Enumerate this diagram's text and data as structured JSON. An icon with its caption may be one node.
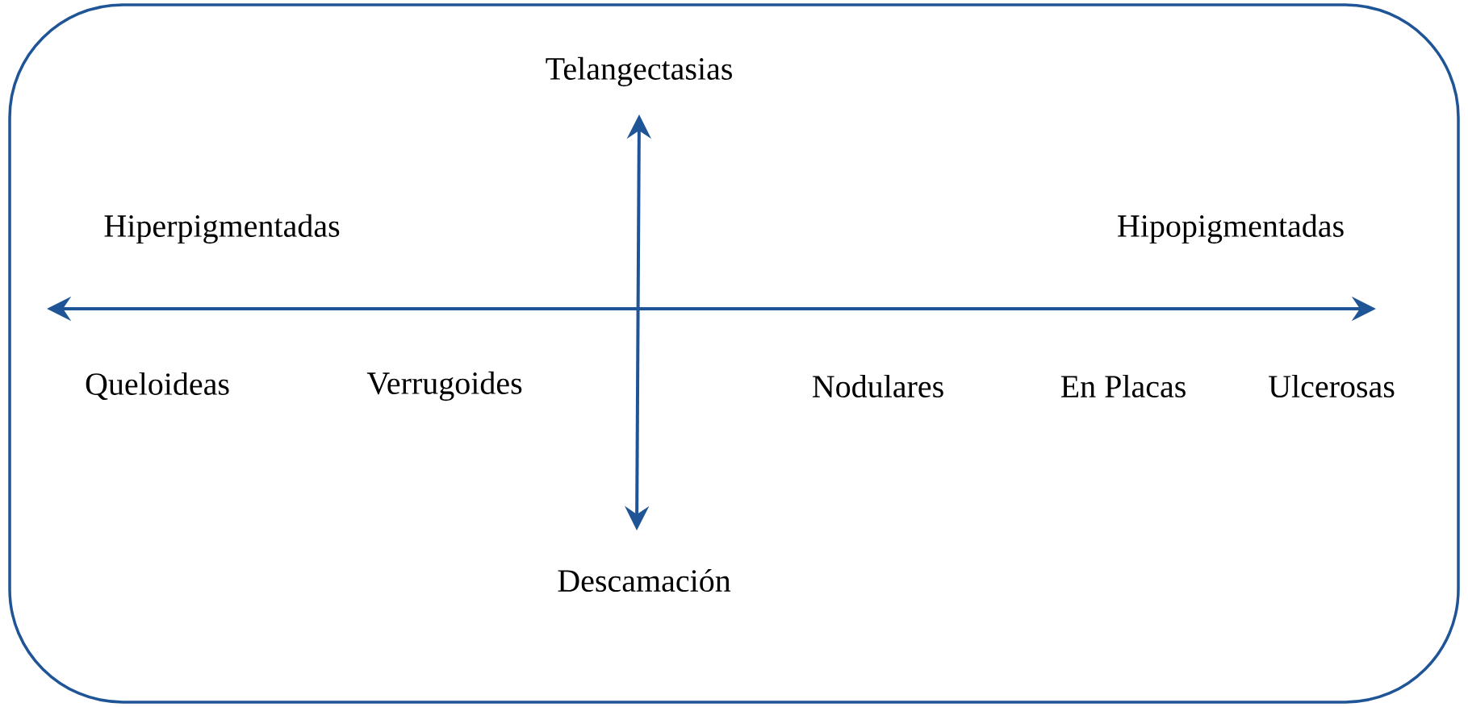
{
  "diagram": {
    "labels": [
      "Telangectasias",
      "Hiperpigmentadas",
      "Hipopigmentadas",
      "Queloideas",
      "Verrugoides",
      "Nodulares",
      "En Placas",
      "Ulcerosas",
      "Descamación"
    ]
  }
}
